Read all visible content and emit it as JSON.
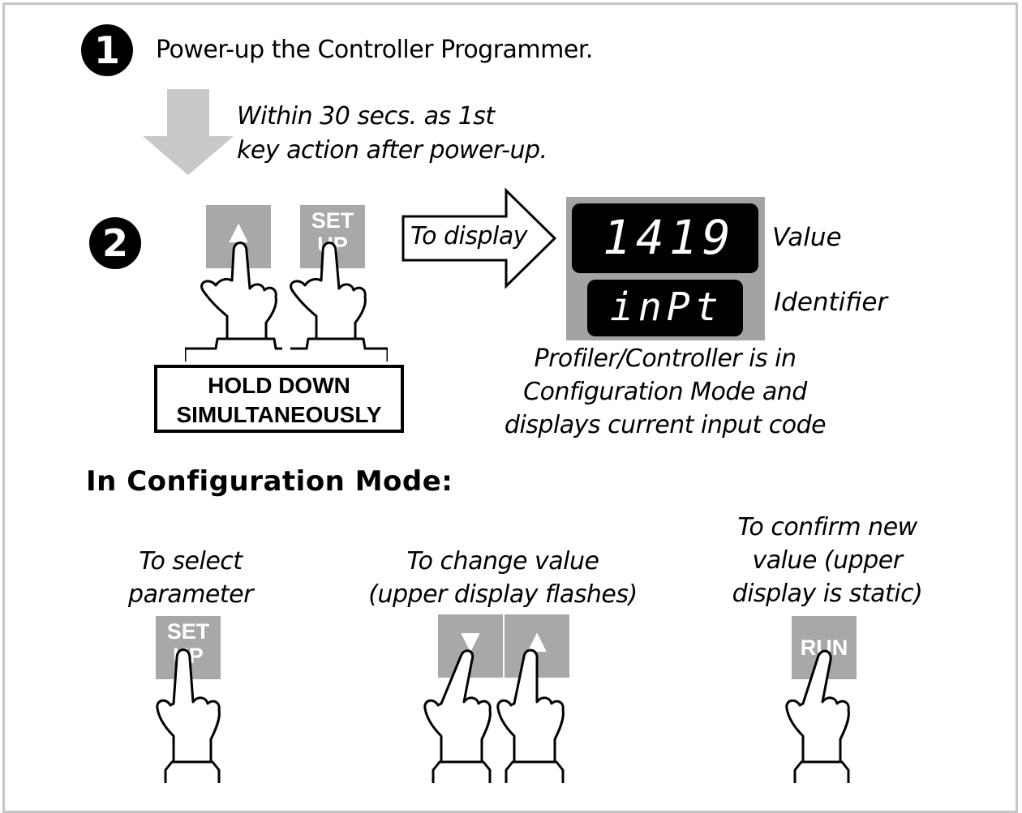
{
  "step1": {
    "number": "1",
    "text": "Power-up the Controller Programmer."
  },
  "timing_note": {
    "line1": "Within 30 secs. as 1st",
    "line2": "key action after power-up."
  },
  "step2": {
    "number": "2",
    "up_key_label": "▲",
    "setup_key_line1": "SET",
    "setup_key_line2": "UP",
    "hold_line1": "HOLD DOWN",
    "hold_line2": "SIMULTANEOUSLY",
    "arrow_label": "To display"
  },
  "display": {
    "upper_value": "1419",
    "lower_value": "inPt",
    "upper_label": "Value",
    "lower_label": "Identifier"
  },
  "status": {
    "line1": "Profiler/Controller is in",
    "line2": "Configuration Mode and",
    "line3": "displays current input code"
  },
  "config_mode": {
    "title": "In Configuration Mode:",
    "select": {
      "line1": "To select",
      "line2": "parameter",
      "key_line1": "SET",
      "key_line2": "UP"
    },
    "change": {
      "line1": "To change value",
      "line2": "(upper display flashes)",
      "down_key": "▼",
      "up_key": "▲"
    },
    "confirm": {
      "line1": "To confirm new",
      "line2": "value (upper",
      "line3": "display is static)",
      "key_label": "RUN"
    }
  },
  "colors": {
    "key_gray": "#a8a8a8",
    "arrow_gray": "#c8c8c8",
    "panel_gray": "#a3a3a3",
    "display_black": "#000000"
  }
}
